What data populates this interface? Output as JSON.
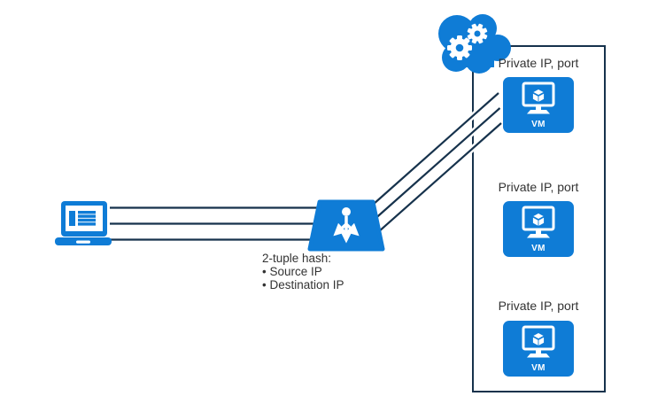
{
  "colors": {
    "azure_blue": "#0f7cd6",
    "connector_navy": "#16324c",
    "label_text": "#333333",
    "background": "#ffffff"
  },
  "client": {
    "icon": "laptop-icon"
  },
  "load_balancer": {
    "icon": "load-balancer-icon",
    "hash_heading": "2-tuple hash:",
    "hash_items": [
      "• Source IP",
      "• Destination IP"
    ]
  },
  "cloud": {
    "icon": "cloud-gears-icon"
  },
  "backend": {
    "vms": [
      {
        "label": "Private IP, port",
        "badge": "VM"
      },
      {
        "label": "Private IP, port",
        "badge": "VM"
      },
      {
        "label": "Private IP, port",
        "badge": "VM"
      }
    ]
  }
}
